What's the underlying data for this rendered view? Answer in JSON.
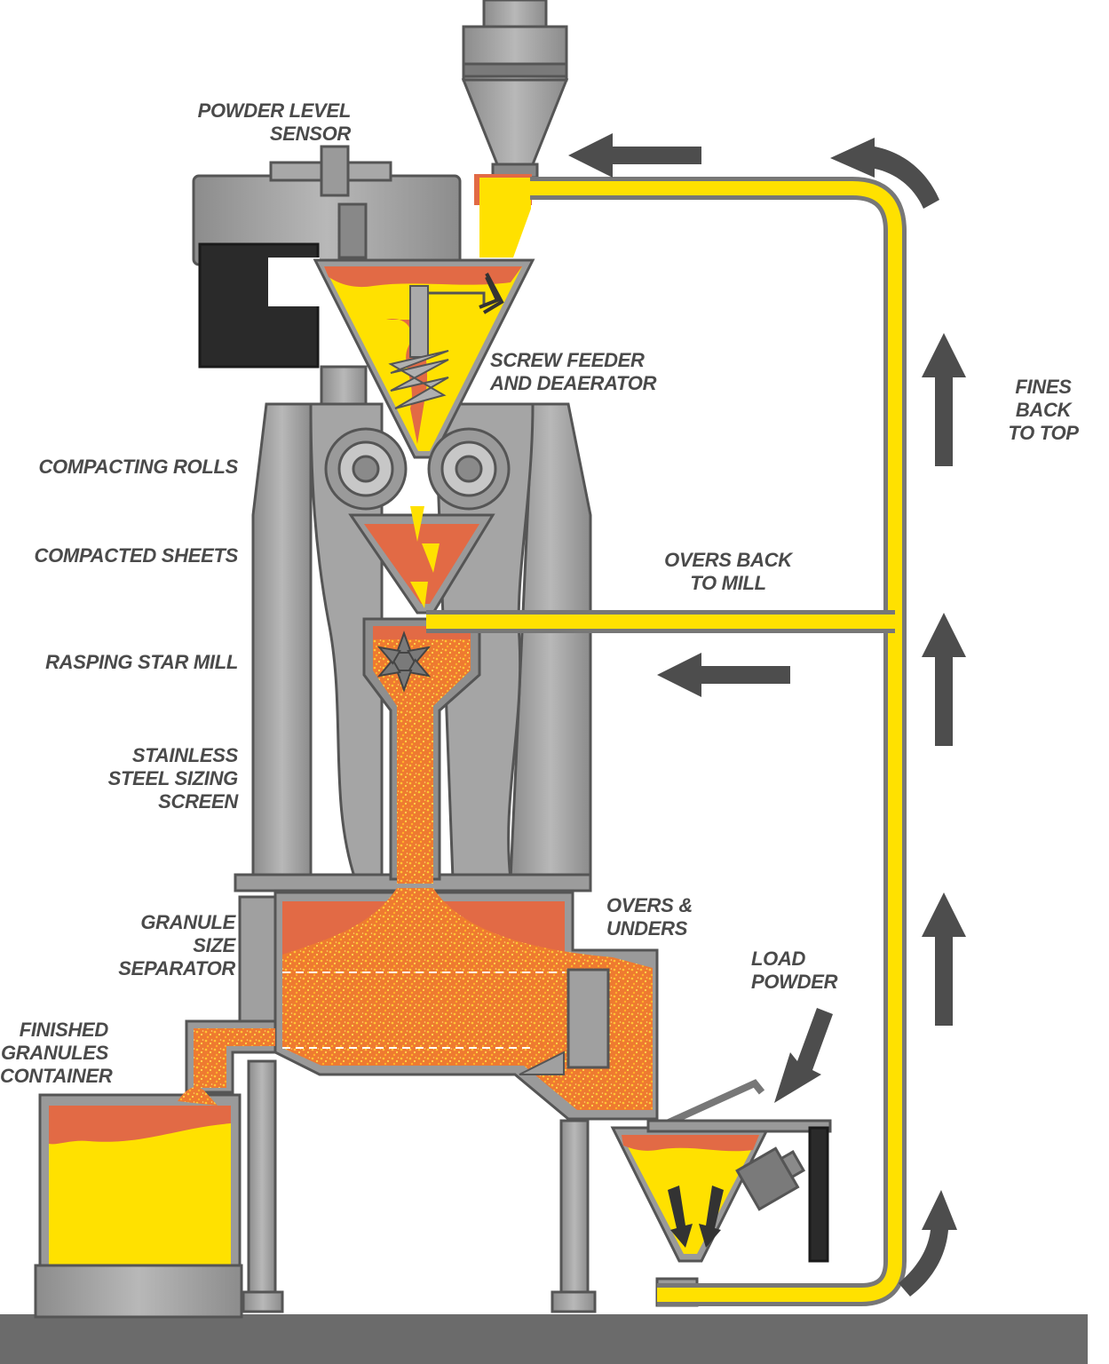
{
  "labels": {
    "powder_level_sensor": "POWDER LEVEL\nSENSOR",
    "screw_feeder": "SCREW FEEDER\nAND DEAERATOR",
    "fines_back": "FINES\nBACK\nTO TOP",
    "compacting_rolls": "COMPACTING ROLLS",
    "compacted_sheets": "COMPACTED SHEETS",
    "overs_back": "OVERS BACK\nTO MILL",
    "rasping_star_mill": "RASPING STAR MILL",
    "sizing_screen": "STAINLESS\nSTEEL SIZING\nSCREEN",
    "granule_separator": "GRANULE\nSIZE\nSEPARATOR",
    "overs_unders": "OVERS &\nUNDERS",
    "load_powder": "LOAD\nPOWDER",
    "finished_container": "FINISHED\nGRANULES\nCONTAINER"
  },
  "colors": {
    "yellow": "#ffe100",
    "orange": "#e26a45",
    "granule": "#f08a2c",
    "machine": "#9a9a9a",
    "machine_dark": "#6a6a6a",
    "arrow": "#4d4d4d",
    "floor": "#6b6b6b",
    "text": "#4a4a4a"
  }
}
